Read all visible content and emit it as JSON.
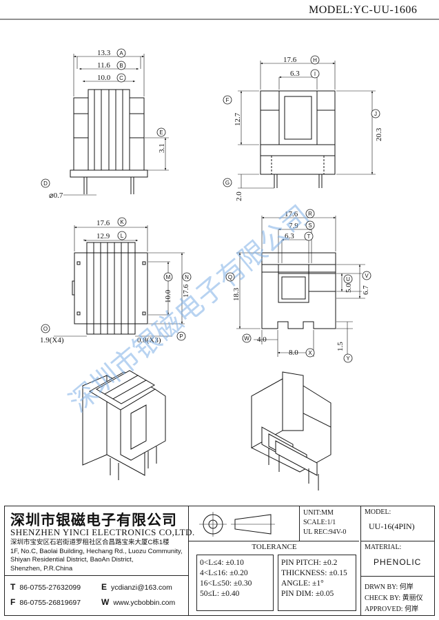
{
  "header": {
    "model": "MODEL:YC-UU-1606"
  },
  "views": {
    "side": {
      "A": "13.3",
      "B": "11.6",
      "C": "10.0",
      "D": "⌀0.7",
      "E": "3.1"
    },
    "front": {
      "H": "17.6",
      "I": "6.3",
      "F": "12.7",
      "J": "20.3",
      "G": "2.0"
    },
    "top": {
      "K": "17.6",
      "L": "12.9",
      "M": "10.0",
      "N": "17.6",
      "O": "1.9(X4)",
      "P": "0.8(X3)"
    },
    "bottom": {
      "R": "17.6",
      "S": "7.9",
      "T": "6.3",
      "Q": "18.3",
      "U": "5.0",
      "V": "6.7",
      "W": "4.0",
      "X": "8.0",
      "Y": "1.5"
    }
  },
  "circle_letters": [
    "A",
    "B",
    "C",
    "D",
    "E",
    "F",
    "G",
    "H",
    "I",
    "J",
    "K",
    "L",
    "M",
    "N",
    "O",
    "P",
    "Q",
    "R",
    "S",
    "T",
    "U",
    "V",
    "W",
    "X",
    "Y"
  ],
  "watermark": "深圳市银磁电子有限公司",
  "title_block": {
    "company_cn": "深圳市银磁电子有限公司",
    "company_en": "SHENZHEN YINCI ELECTRONICS CO,LTD.",
    "address": [
      "深圳市宝安区石岩街道罗租社区合昌路宝来大厦C栋1楼",
      "1F, No.C, Baolai Building, Hechang Rd., Luozu Community,",
      "Shiyan Residential District, BaoAn District,",
      "Shenzhen, P.R.China"
    ],
    "contacts": {
      "tel_letter": "T",
      "tel": "86-0755-27632099",
      "fax_letter": "F",
      "fax": "86-0755-26819697",
      "email_letter": "E",
      "email": "ycdianzi@163.com",
      "web_letter": "W",
      "web": "www.ycbobbin.com"
    },
    "unit": "UNIT:MM",
    "scale": "SCALE:1/1",
    "ul": "UL REC:94V-0",
    "tolerance_title": "TOLERANCE",
    "tolerance_left": [
      "0<L≤4: ±0.10",
      "4<L≤16: ±0.20",
      "16<L≤50: ±0.30",
      "50≤L: ±0.40"
    ],
    "tolerance_right": [
      "PIN PITCH: ±0.2",
      "THICKNESS: ±0.15",
      "ANGLE: ±1°",
      "PIN DIM: ±0.05"
    ],
    "model_label": "MODEL:",
    "model_value": "UU-16(4PIN)",
    "material_label": "MATERIAL:",
    "material_value": "PHENOLIC",
    "drawn_by": "DRWN BY: 何岸",
    "check_by": "CHECK BY: 黄丽仪",
    "approved": "APPROVED: 何岸"
  }
}
